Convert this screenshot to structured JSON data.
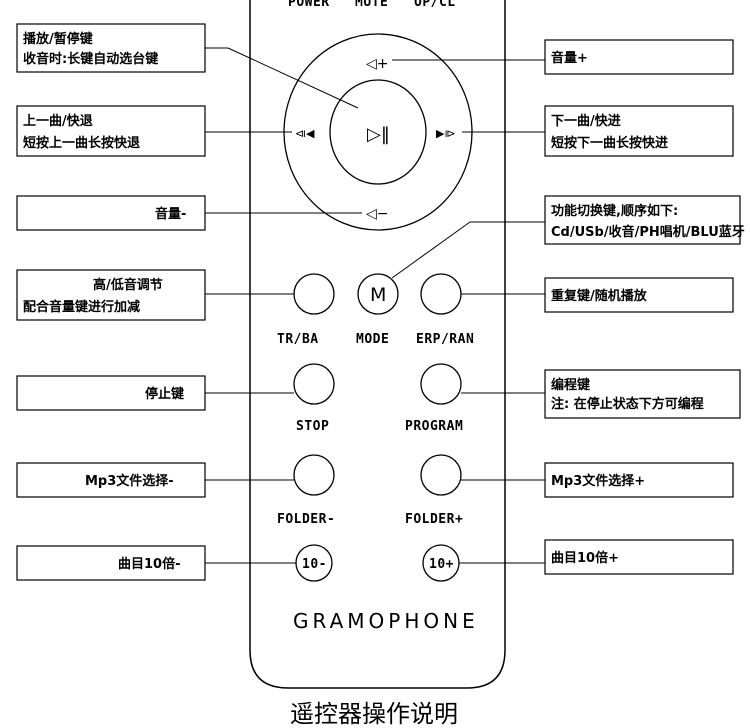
{
  "top_labels": [
    "POWER",
    "MUTE",
    "OP/CL"
  ],
  "wheel": {
    "vol_up_symbol": "◁+",
    "vol_down_symbol": "◁−",
    "prev_symbol": "⧏◀",
    "next_symbol": "▶⧐",
    "play_symbol": "▷‖"
  },
  "buttons": {
    "tr_ba": "TR/BA",
    "mode": "MODE",
    "mode_symbol": "M",
    "erp_ran": "ERP/RAN",
    "stop": "STOP",
    "program": "PROGRAM",
    "folder_minus": "FOLDER-",
    "folder_plus": "FOLDER+",
    "ten_minus": "10-",
    "ten_plus": "10+"
  },
  "brand": "GRAMOPHONE",
  "callouts": {
    "play_pause": [
      "播放/暂停键",
      "收音时:长键自动选台键"
    ],
    "vol_up": [
      "音量+"
    ],
    "prev": [
      "上一曲/快退",
      "短按上一曲长按快退"
    ],
    "next": [
      "下一曲/快进",
      "短按下一曲长按快进"
    ],
    "vol_down": [
      "音量-"
    ],
    "mode": [
      "功能切换键,顺序如下:",
      "Cd/USb/收音/PH唱机/BLU蓝牙"
    ],
    "tone": [
      "高/低音调节",
      "配合音量键进行加减"
    ],
    "repeat": [
      "重复键/随机播放"
    ],
    "stop": [
      "停止键"
    ],
    "program": [
      "编程键",
      "注: 在停止状态下方可编程"
    ],
    "mp3_minus": [
      "Mp3文件选择-"
    ],
    "mp3_plus": [
      "Mp3文件选择+"
    ],
    "track_minus": [
      "曲目10倍-"
    ],
    "track_plus": [
      "曲目10倍+"
    ]
  },
  "caption": "遥控器操作说明"
}
